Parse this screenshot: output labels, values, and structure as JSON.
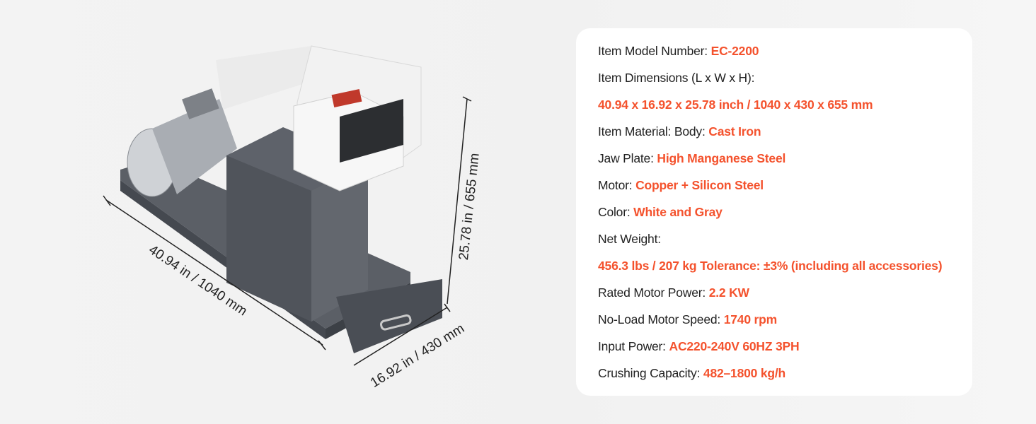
{
  "dimensions_labels": {
    "length": "40.94 in  / 1040 mm",
    "width": "16.92 in / 430 mm",
    "height": "25.78 in / 655 mm"
  },
  "specs": [
    {
      "label": "Item Model Number: ",
      "value": "EC-2200"
    },
    {
      "label": "Item Dimensions (L x W x H):",
      "value": ""
    },
    {
      "label": "",
      "value": "40.94 x 16.92 x 25.78 inch / 1040 x 430 x 655 mm"
    },
    {
      "label": "Item Material:  Body: ",
      "value": "Cast Iron"
    },
    {
      "label": "Jaw Plate: ",
      "value": "High Manganese Steel"
    },
    {
      "label": "Motor: ",
      "value": "Copper + Silicon Steel"
    },
    {
      "label": "Color: ",
      "value": "White and Gray"
    },
    {
      "label": "Net Weight:",
      "value": ""
    },
    {
      "label": "",
      "value": "456.3 lbs / 207 kg Tolerance: ±3% (including all accessories)"
    },
    {
      "label": "Rated Motor Power: ",
      "value": "2.2 KW"
    },
    {
      "label": "No-Load Motor Speed: ",
      "value": "1740 rpm"
    },
    {
      "label": "Input Power: ",
      "value": "AC220-240V 60HZ  3PH"
    },
    {
      "label": "Crushing Capacity: ",
      "value": "482–1800 kg/h"
    }
  ],
  "colors": {
    "accent": "#f4522d",
    "text": "#222222"
  }
}
